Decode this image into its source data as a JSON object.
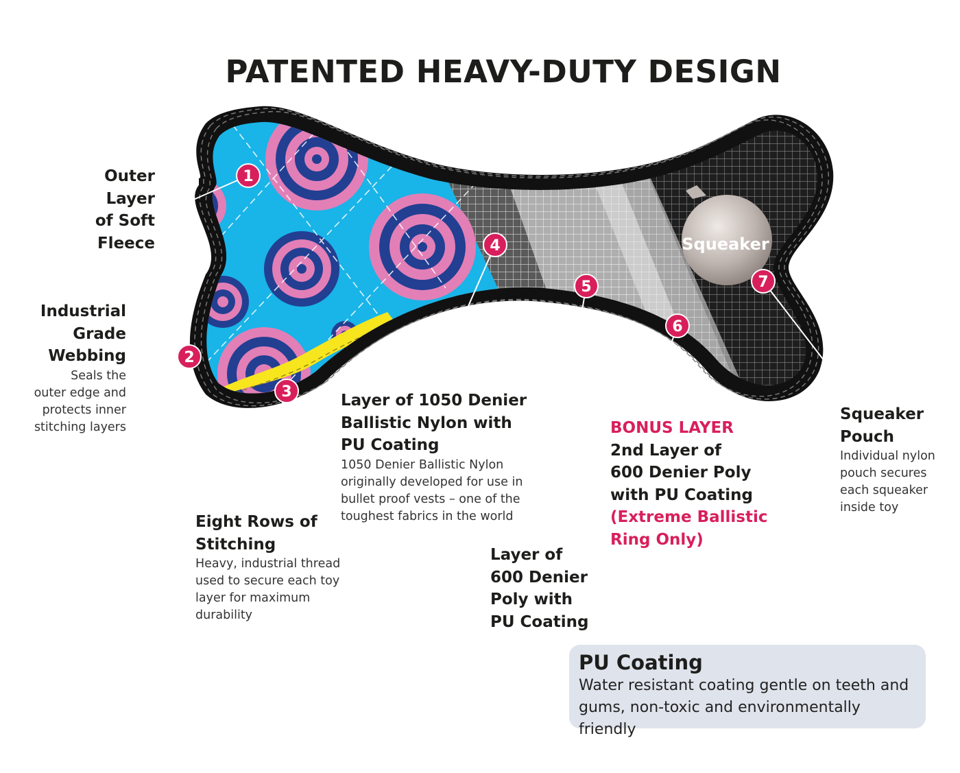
{
  "title": "PATENTED HEAVY-DUTY DESIGN",
  "squeaker_label": "Squeaker",
  "markers": [
    "1",
    "2",
    "3",
    "4",
    "5",
    "6",
    "7"
  ],
  "colors": {
    "pink_accent": "#d81f5c",
    "fleece_blue": "#19b4e8",
    "webbing_yellow": "#f7e51e",
    "border_black": "#111111",
    "callout_bg": "#dfe3ec"
  },
  "labels": {
    "outer_layer": {
      "heading": "Outer\nLayer\nof Soft\nFleece"
    },
    "webbing": {
      "heading": "Industrial\nGrade\nWebbing",
      "desc": "Seals the\nouter edge and\nprotects inner\nstitching layers"
    },
    "stitching": {
      "heading": "Eight Rows of\nStitching",
      "desc": "Heavy, industrial thread\nused to secure each toy\nlayer for maximum\ndurability"
    },
    "nylon": {
      "heading": "Layer of 1050 Denier\nBallistic Nylon with\nPU Coating",
      "desc": "1050 Denier Ballistic Nylon\noriginally developed for use in\nbullet proof vests – one of the\ntoughest fabrics in the world"
    },
    "poly": {
      "heading": "Layer of\n600 Denier\nPoly with\nPU Coating"
    },
    "bonus": {
      "tag": "BONUS LAYER",
      "heading": "2nd Layer of\n600 Denier Poly\nwith PU Coating",
      "note": "(Extreme Ballistic\nRing Only)"
    },
    "pouch": {
      "heading": "Squeaker\nPouch",
      "desc": "Individual nylon\npouch secures\neach squeaker\ninside toy"
    }
  },
  "callout": {
    "title": "PU Coating",
    "desc": "Water resistant coating gentle on teeth and\ngums, non-toxic and environmentally friendly"
  }
}
